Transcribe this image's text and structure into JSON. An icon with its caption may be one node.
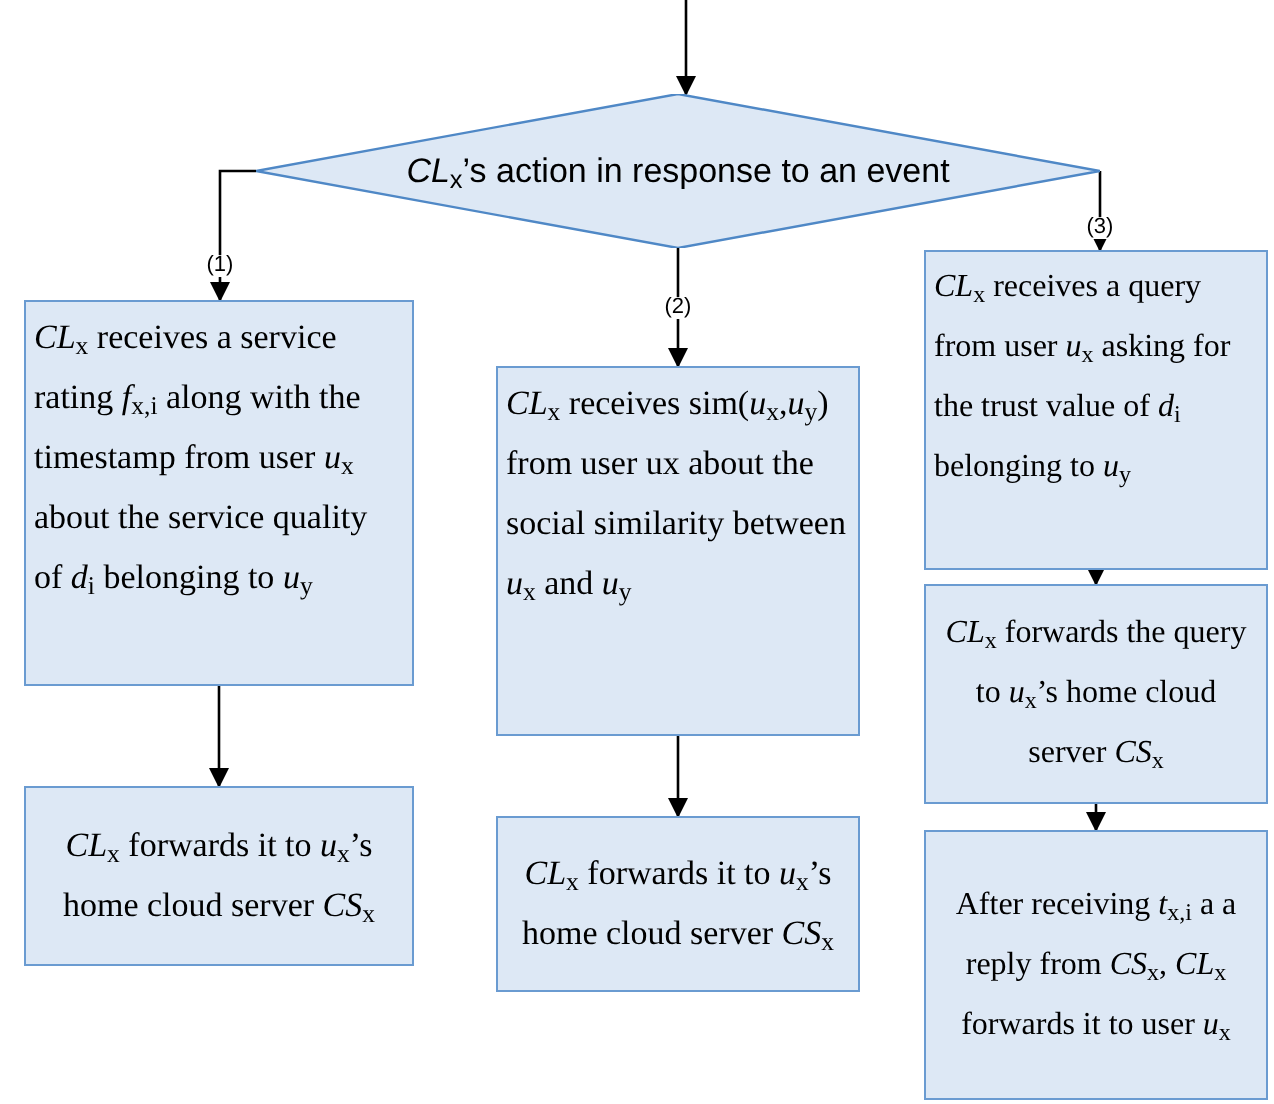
{
  "diagram": {
    "nodes": [
      {
        "text": [
          "*CL*$_{x}$’s action in response to an event"
        ]
      },
      {
        "text": [
          "*CL*$_{x}$  receives a service rating *f*$_{x,i}$ along with the timestamp from user *u*$_{x}$ about the service quality of *d*$_{i}$ belonging to *u*$_{y}$"
        ]
      },
      {
        "text": [
          "*CL*$_{x}$ forwards it to *u*$_{x}$’s home cloud server *CS*$_{x}$"
        ]
      },
      {
        "text": [
          "*CL*$_{x}$ receives sim(*u*$_{x}$,*u*$_{y}$) from user ux about the social similarity between *u*$_{x}$ and *u*$_{y}$"
        ]
      },
      {
        "text": [
          "*CL*$_{x}$ forwards it to *u*$_{x}$’s home cloud server *CS*$_{x}$"
        ]
      },
      {
        "text": [
          "*CL*$_{x}$ receives a query from user *u*$_{x}$ asking for the trust value of *d*$_{i}$ belonging to *u*$_{y}$"
        ]
      },
      {
        "text": [
          "*CL*$_{x}$ forwards the query to *u*$_{x}$’s home cloud server *CS*$_{x}$"
        ]
      },
      {
        "text": [
          "After receiving *t*$_{x,i}$ a a reply from *CS*$_{x}$, *CL*$_{x}$ forwards it to user *u*$_{x}$"
        ]
      }
    ],
    "edges": [
      {
        "from": null,
        "to": 0,
        "arrow": "to"
      },
      {
        "from": 0,
        "to": 1,
        "arrow": "to",
        "label": "(1)"
      },
      {
        "from": 0,
        "to": 3,
        "arrow": "to",
        "label": "(2)"
      },
      {
        "from": 0,
        "to": 5,
        "arrow": "to",
        "label": "(3)"
      },
      {
        "from": 1,
        "to": 2,
        "arrow": "to"
      },
      {
        "from": 3,
        "to": 4,
        "arrow": "to"
      },
      {
        "from": 5,
        "to": 6,
        "arrow": "to"
      },
      {
        "from": 6,
        "to": 7,
        "arrow": "to"
      }
    ]
  }
}
